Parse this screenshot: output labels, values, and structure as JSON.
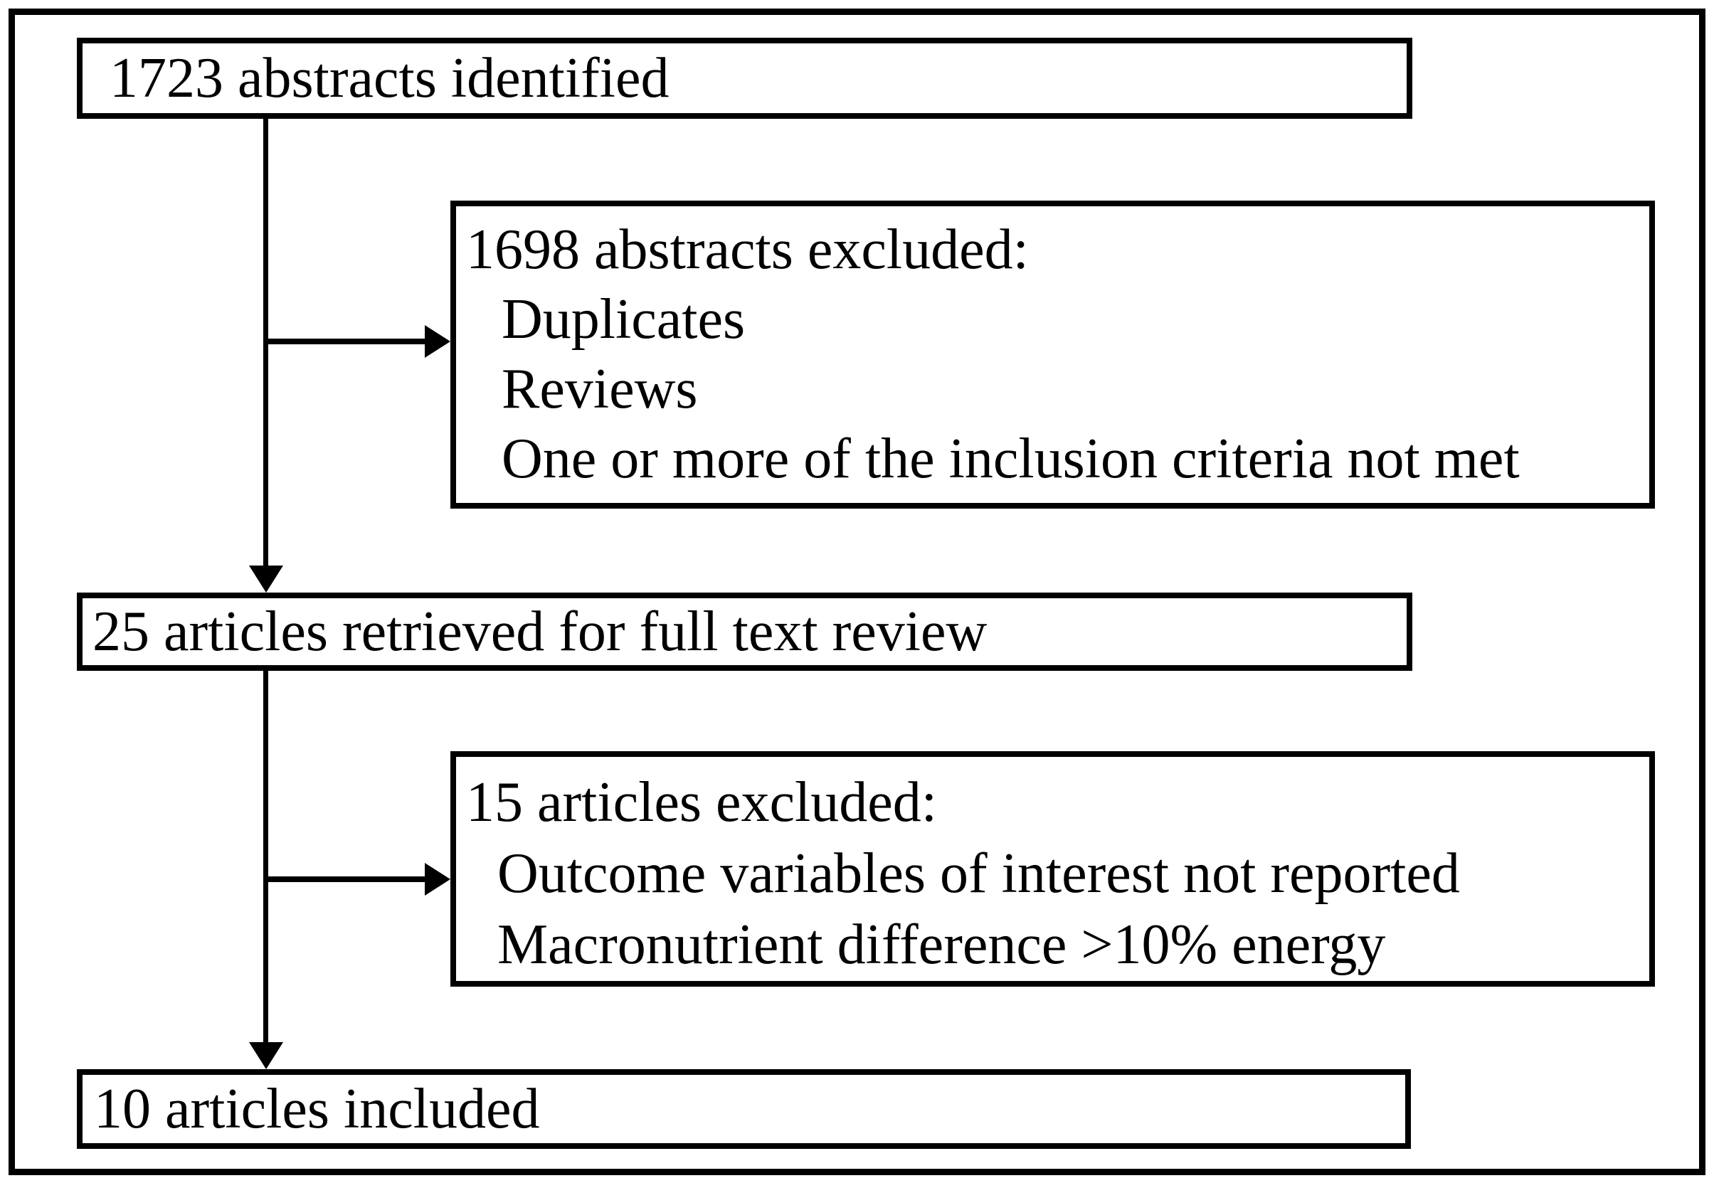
{
  "figure": {
    "type": "study-selection-flowchart",
    "colors": {
      "ink": "#000000",
      "paper": "#ffffff"
    },
    "boxes": {
      "identified": {
        "text": "1723 abstracts identified"
      },
      "abstracts_excluded": {
        "title": "1698 abstracts excluded:",
        "items": [
          "Duplicates",
          "Reviews",
          "One or more of the inclusion criteria not met"
        ]
      },
      "retrieved": {
        "text": "25 articles retrieved for full text review"
      },
      "articles_excluded": {
        "title": "15 articles excluded:",
        "items": [
          "Outcome variables of interest not reported",
          "Macronutrient difference >10% energy"
        ]
      },
      "included": {
        "text": "10 articles included"
      }
    }
  }
}
